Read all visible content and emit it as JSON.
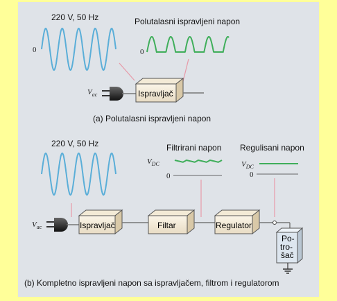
{
  "diagram": {
    "part_a": {
      "input_label": "220 V, 50 Hz",
      "output_label": "Polutalasni ispravljeni napon",
      "zero_label_in": "0",
      "zero_label_out": "0",
      "source_label": "V",
      "source_sub": "ac",
      "block_rectifier": "Ispravljač",
      "caption": "(a) Polutalasni ispravljeni napon"
    },
    "part_b": {
      "input_label": "220 V, 50 Hz",
      "filter_output_label": "Filtrirani napon",
      "regulator_output_label": "Regulisani napon",
      "vdc_label": "V",
      "vdc_sub": "DC",
      "zero_label_1": "0",
      "zero_label_2": "0",
      "source_label": "V",
      "source_sub": "ac",
      "block_rectifier": "Ispravljač",
      "block_filter": "Filtar",
      "block_regulator": "Regulator",
      "load_line1": "Po-",
      "load_line2": "tro-",
      "load_line3": "šač",
      "caption": "(b) Kompletno ispravljeni napon sa ispravljačem, filtrom i regulatorom"
    },
    "colors": {
      "background": "#ffff99",
      "panel": "#dfe3e8",
      "sine_wave": "#5aaed8",
      "rectified_wave": "#3fae5a",
      "callout_line": "#e79aa8"
    }
  }
}
